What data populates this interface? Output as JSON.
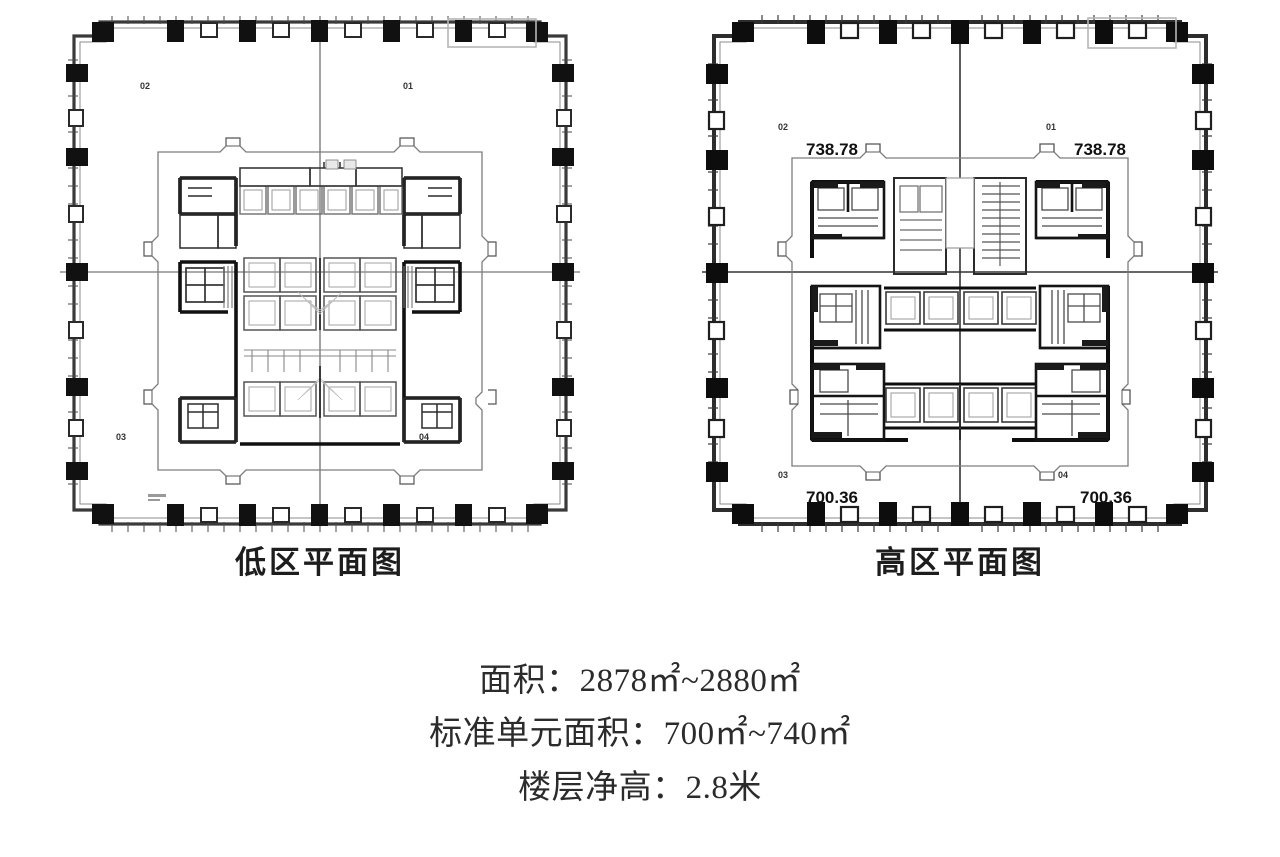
{
  "page": {
    "background": "#ffffff",
    "text_color": "#2b2b2b"
  },
  "plans": [
    {
      "id": "low-zone",
      "caption": "低区平面图",
      "units": [
        {
          "code": "02",
          "area": "",
          "corner": "top-left"
        },
        {
          "code": "01",
          "area": "",
          "corner": "top-right"
        },
        {
          "code": "03",
          "area": "",
          "corner": "bottom-left"
        },
        {
          "code": "04",
          "area": "",
          "corner": "bottom-right"
        }
      ]
    },
    {
      "id": "high-zone",
      "caption": "高区平面图",
      "units": [
        {
          "code": "02",
          "area": "738.78",
          "corner": "top-left"
        },
        {
          "code": "01",
          "area": "738.78",
          "corner": "top-right"
        },
        {
          "code": "03",
          "area": "700.36",
          "corner": "bottom-left"
        },
        {
          "code": "04",
          "area": "700.36",
          "corner": "bottom-right"
        }
      ]
    }
  ],
  "specs": {
    "area_label": "面积：",
    "area_value": "2878",
    "area_unit": "m",
    "area_value2": "2880",
    "area_line": "面积：2878㎡~2880㎡",
    "unit_area_line": "标准单元面积：700㎡~740㎡",
    "ceiling_line": "楼层净高：2.8米"
  },
  "colors": {
    "column_fill": "#111111",
    "wall_stroke": "#2a2a2a",
    "core_stroke": "#1a1a1a",
    "light_stroke": "#9a9a9a",
    "highlight_box": "#bbbbbb"
  }
}
